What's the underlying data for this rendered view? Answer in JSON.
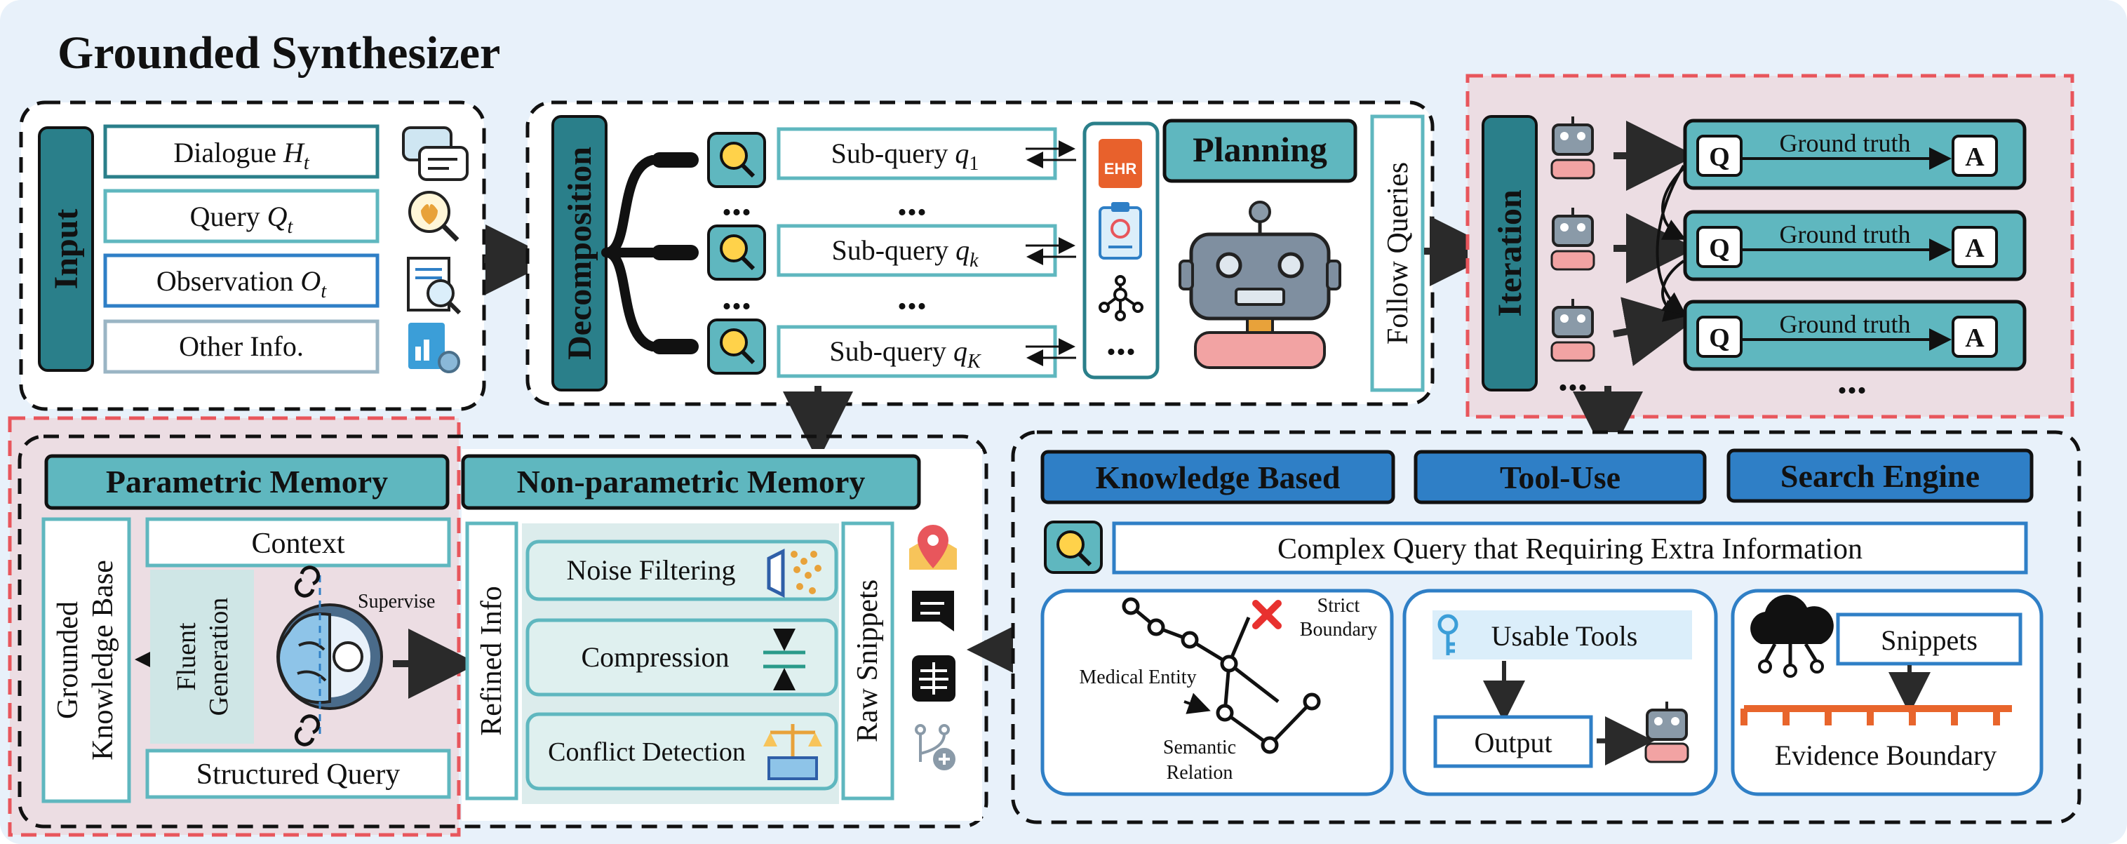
{
  "title": "Grounded Synthesizer",
  "input": {
    "label": "Input",
    "items": [
      {
        "text": "Dialogue ",
        "math": "H",
        "sub": "t"
      },
      {
        "text": "Query ",
        "math": "Q",
        "sub": "t"
      },
      {
        "text": "Observation ",
        "math": "O",
        "sub": "t"
      },
      {
        "text": "Other Info.",
        "math": "",
        "sub": ""
      }
    ]
  },
  "decomposition": {
    "label": "Decomposition",
    "subqueries": [
      {
        "text": "Sub-query ",
        "math": "q",
        "sub": "1"
      },
      {
        "text": "Sub-query ",
        "math": "q",
        "sub": "k"
      },
      {
        "text": "Sub-query ",
        "math": "q",
        "sub": "K"
      }
    ],
    "ellipsis": "..."
  },
  "tools_column": {
    "ehr_label": "EHR",
    "ellipsis": "..."
  },
  "planning": {
    "label": "Planning",
    "follow": "Follow Queries"
  },
  "iteration": {
    "label": "Iteration",
    "rows": [
      {
        "q": "Q",
        "gt": "Ground truth",
        "a": "A"
      },
      {
        "q": "Q",
        "gt": "Ground truth",
        "a": "A"
      },
      {
        "q": "Q",
        "gt": "Ground truth",
        "a": "A"
      }
    ],
    "ellipsis": "..."
  },
  "parametric": {
    "title": "Parametric Memory",
    "kb": "Grounded Knowledge Base",
    "kb_line1": "Grounded",
    "kb_line2": "Knowledge Base",
    "context": "Context",
    "fluent1": "Fluent",
    "fluent2": "Generation",
    "supervise": "Supervise",
    "structured": "Structured Query"
  },
  "nonparametric": {
    "title": "Non-parametric Memory",
    "refined": "Refined Info",
    "raw": "Raw Snippets",
    "items": [
      "Noise Filtering",
      "Compression",
      "Conflict Detection"
    ]
  },
  "retrieval": {
    "tabs": [
      "Knowledge Based",
      "Tool-Use",
      "Search Engine"
    ],
    "complex": "Complex Query that Requiring Extra Information",
    "kg": {
      "strict1": "Strict",
      "strict2": "Boundary",
      "entity": "Medical Entity",
      "semantic1": "Semantic",
      "semantic2": "Relation"
    },
    "tool": {
      "usable": "Usable Tools",
      "output": "Output"
    },
    "search": {
      "snippets": "Snippets",
      "evidence": "Evidence Boundary"
    }
  },
  "colors": {
    "background": "#e8f1fa",
    "teal_dark": "#2a7f8a",
    "teal_light": "#5fb7bf",
    "blue_tab": "#2f7fc6",
    "pink_region": "#ecdde3",
    "red_dash": "#e8565c",
    "arrow": "#333333"
  }
}
